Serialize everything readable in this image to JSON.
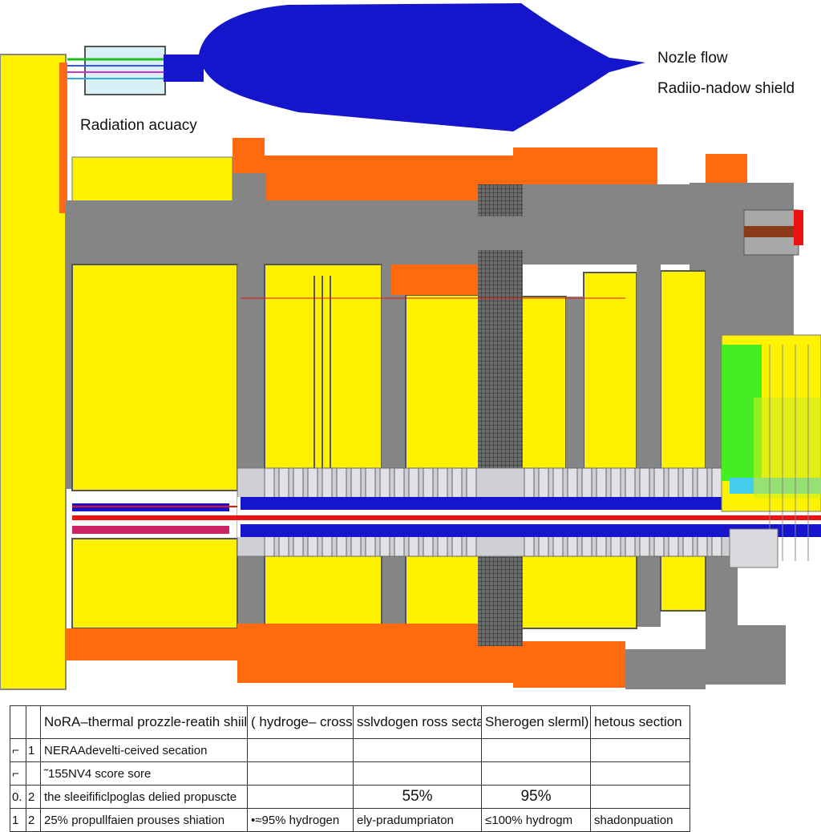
{
  "labels": {
    "nozzle_flow": "Nozle flow",
    "shadow_shield": "Radiio-nadow shield",
    "radiation_accuracy": "Radiation acuacy"
  },
  "table": {
    "rows": [
      [
        "",
        "",
        "NoRA–thermal prozzle-reatih shiild",
        "( hydroge– cross-\naccoren",
        "sslvdogen ross sectac-\ntth",
        "Sherogen slerml)",
        "hetous section"
      ],
      [
        "⌐",
        "1",
        "NERAAdevelti-ceived secation",
        "",
        "",
        "",
        ""
      ],
      [
        "⌐",
        "",
        "˜155NV4 score sore",
        "",
        "",
        "",
        ""
      ],
      [
        "0.",
        "2",
        "the sleeifificlpoglas delied propuscte",
        "",
        "55%",
        "95%",
        ""
      ],
      [
        "1",
        "2",
        "25% propullfaien prouses shiation",
        "•≈95%   hydrogen",
        "ely-pradumpriaton",
        "≤100%   hydrogm",
        "shadonpuation"
      ]
    ]
  },
  "colors": {
    "yellow": "#fff200",
    "orange": "#ff6a0e",
    "gray": "#858585",
    "blue": "#1515cc",
    "red": "#ee1111",
    "green": "#44ee22",
    "white": "#ffffff"
  },
  "components": [
    "left-reflector",
    "radiation-shadow-shield",
    "nozzle-plume",
    "reactor-core",
    "central-flow-channel",
    "control-drum-grid",
    "outlet-flange",
    "nozzle-exit-detail"
  ]
}
